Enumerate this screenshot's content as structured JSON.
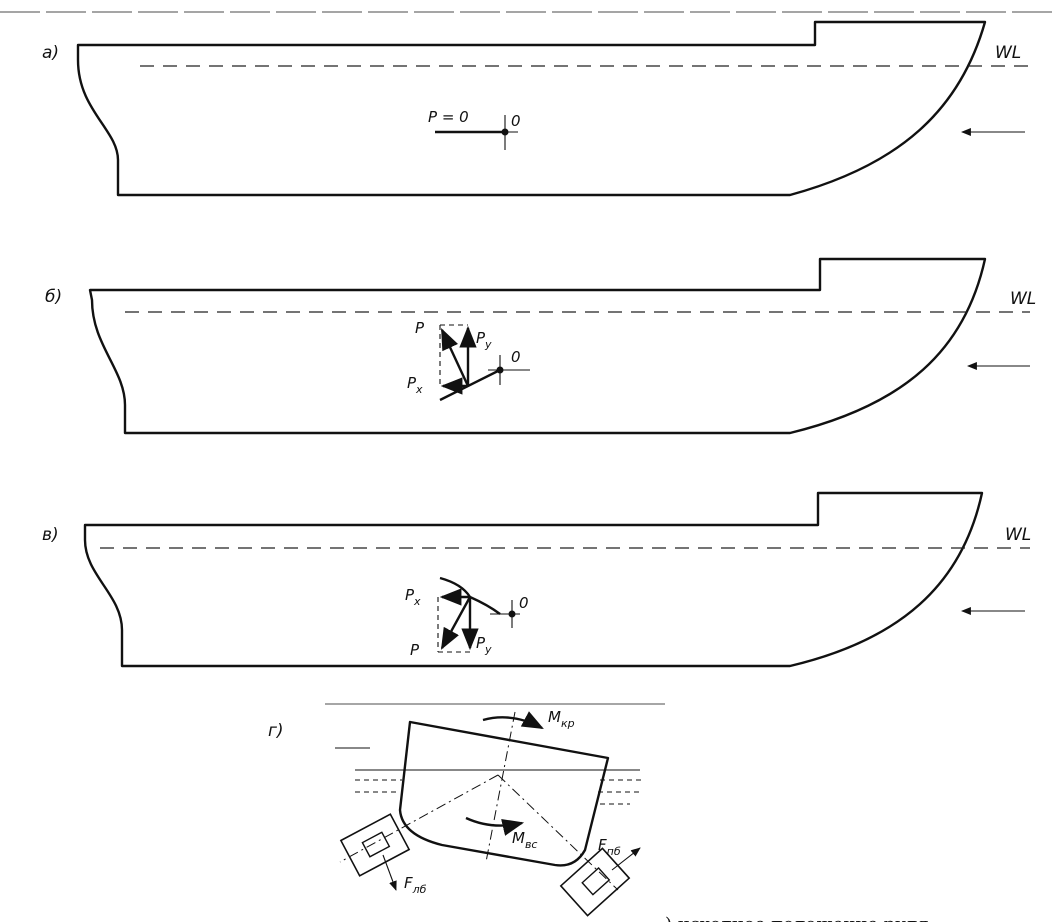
{
  "panels": {
    "a": {
      "label": "а)",
      "waterline": "WL",
      "force": "P = 0",
      "point": "0"
    },
    "b": {
      "label": "б)",
      "waterline": "WL",
      "force": "P",
      "component_y": "P",
      "component_y_sub": "y",
      "component_x": "P",
      "component_x_sub": "x",
      "point": "0"
    },
    "v": {
      "label": "в)",
      "waterline": "WL",
      "component_x": "P",
      "component_x_sub": "x",
      "component_y": "P",
      "component_y_sub": "y",
      "force": "P",
      "point": "0"
    },
    "g": {
      "label": "г)",
      "moment_kr": "M",
      "moment_kr_sub": "кр",
      "moment_vs": "M",
      "moment_vs_sub": "вс",
      "force_left": "F",
      "force_left_sub": "лб",
      "force_right": "F",
      "force_right_sub": "пб"
    }
  },
  "caption": ") исходное положение руля;"
}
